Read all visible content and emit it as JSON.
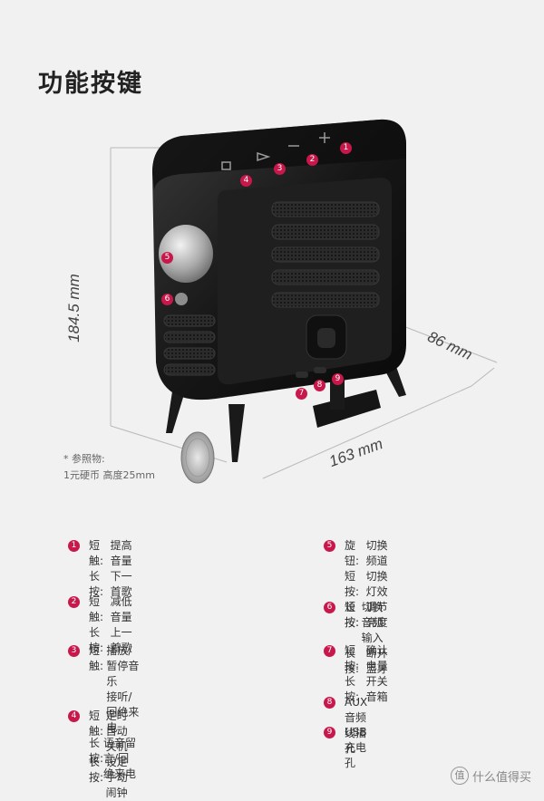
{
  "title": "功能按键",
  "dimensions": {
    "height": "184.5 mm",
    "width": "163 mm",
    "depth": "86 mm"
  },
  "reference": {
    "line1": "* 参照物:",
    "line2": "1元硬币 高度25mm"
  },
  "markers": [
    "1",
    "2",
    "3",
    "4",
    "5",
    "6",
    "7",
    "8",
    "9"
  ],
  "legend": [
    {
      "num": "1",
      "lines": [
        {
          "label": "短触:",
          "text": "提高音量"
        },
        {
          "label": "长按:",
          "text": "下一首歌"
        }
      ]
    },
    {
      "num": "2",
      "lines": [
        {
          "label": "短触:",
          "text": "减低音量"
        },
        {
          "label": "长按:",
          "text": "上一首歌"
        }
      ]
    },
    {
      "num": "3",
      "lines": [
        {
          "label": "短触:",
          "text": "播放/暂停音乐"
        },
        {
          "label": "",
          "text": "接听/回绝来电"
        },
        {
          "label": "长按:",
          "text": "语音留言/回绝来电"
        }
      ]
    },
    {
      "num": "4",
      "lines": [
        {
          "label": "短触:",
          "text": "定时自动关机"
        },
        {
          "label": "长按:",
          "text": "设定手动闹钟"
        }
      ]
    },
    {
      "num": "5",
      "lines": [
        {
          "label": "旋钮:",
          "text": "切换频道"
        },
        {
          "label": "短按:",
          "text": "切换灯效"
        },
        {
          "label": "长按:",
          "text": "调节亮度"
        }
      ]
    },
    {
      "num": "6",
      "lines": [
        {
          "label": "短按:",
          "text": "切换音频输入"
        },
        {
          "label": "长按:",
          "text": "断开蓝牙"
        }
      ]
    },
    {
      "num": "7",
      "lines": [
        {
          "label": "短按:",
          "text": "确认电量"
        },
        {
          "label": "长按:",
          "text": "开关音箱"
        }
      ]
    },
    {
      "num": "8",
      "lines": [
        {
          "label": "",
          "text": "AUX音频线插孔"
        }
      ]
    },
    {
      "num": "9",
      "lines": [
        {
          "label": "",
          "text": "USB充电孔"
        }
      ]
    }
  ],
  "watermark": {
    "icon": "值",
    "text": "什么值得买"
  },
  "colors": {
    "accent": "#c8174a",
    "body": "#1c1c1c",
    "background": "#f1f1f1"
  }
}
